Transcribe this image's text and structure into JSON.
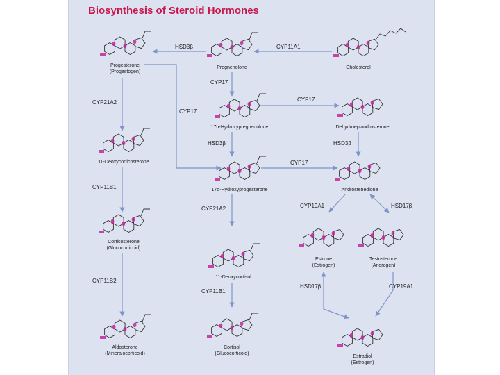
{
  "title": "Biosynthesis of Steroid Hormones",
  "compounds": {
    "cholesterol": {
      "name": "Cholesterol",
      "sub": ""
    },
    "pregnenolone": {
      "name": "Pregnenolone",
      "sub": ""
    },
    "progesterone": {
      "name": "Progesterone",
      "sub": "(Progestogen)"
    },
    "ohpreg": {
      "name": "17α-Hydroxypregnenolone",
      "sub": ""
    },
    "dhea": {
      "name": "Dehydroepiandrosterone",
      "sub": ""
    },
    "doc": {
      "name": "11-Deoxycorticosterone",
      "sub": ""
    },
    "ohprog": {
      "name": "17α-Hydroxyprogesterone",
      "sub": ""
    },
    "andro": {
      "name": "Androstenedione",
      "sub": ""
    },
    "cortico": {
      "name": "Corticosterone",
      "sub": "(Glucocorticoid)"
    },
    "deoxycortisol": {
      "name": "11-Deoxycortisol",
      "sub": ""
    },
    "estrone": {
      "name": "Estrone",
      "sub": "(Estrogen)"
    },
    "testo": {
      "name": "Testosterone",
      "sub": "(Androgen)"
    },
    "aldo": {
      "name": "Aldosterone",
      "sub": "(Mineralocorticoid)"
    },
    "cortisol": {
      "name": "Cortisol",
      "sub": "(Glucocorticoid)"
    },
    "estradiol": {
      "name": "Estradiol",
      "sub": "(Estrogen)"
    }
  },
  "enzymes": {
    "e_cyp11a1": "CYP11A1",
    "e_hsd3b_a": "HSD3β",
    "e_cyp17_a": "CYP17",
    "e_cyp17_b": "CYP17",
    "e_cyp17_c": "CYP17",
    "e_cyp21a2_a": "CYP21A2",
    "e_hsd3b_b": "HSD3β",
    "e_hsd3b_c": "HSD3β",
    "e_cyp17_d": "CYP17",
    "e_cyp11b1_a": "CYP11B1",
    "e_cyp21a2_b": "CYP21A2",
    "e_cyp19a1_a": "CYP19A1",
    "e_hsd17b_a": "HSD17β",
    "e_cyp11b2": "CYP11B2",
    "e_cyp11b1_b": "CYP11B1",
    "e_hsd17b_b": "HSD17β",
    "e_cyp19a1_b": "CYP19A1"
  },
  "colors": {
    "panel": "#dde2f0",
    "title": "#c8174f",
    "arrow": "#7d95c7",
    "highlight": "#c2279b"
  }
}
